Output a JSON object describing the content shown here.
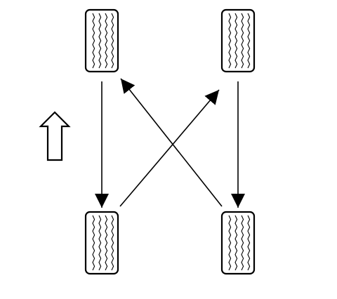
{
  "diagram": {
    "type": "tire-rotation",
    "pattern": "rearward-cross",
    "direction_indicator": "forward-arrow",
    "stroke_color": "#000000",
    "fill_color": "#ffffff",
    "tires": [
      {
        "id": "front-left",
        "name": "tire-front-left"
      },
      {
        "id": "front-right",
        "name": "tire-front-right"
      },
      {
        "id": "rear-left",
        "name": "tire-rear-left"
      },
      {
        "id": "rear-right",
        "name": "tire-rear-right"
      }
    ],
    "moves": [
      {
        "from": "front-left",
        "to": "rear-left",
        "name": "arrow-front-left-to-rear-left"
      },
      {
        "from": "front-right",
        "to": "rear-right",
        "name": "arrow-front-right-to-rear-right"
      },
      {
        "from": "rear-left",
        "to": "front-right",
        "name": "arrow-rear-left-to-front-right"
      },
      {
        "from": "rear-right",
        "to": "front-left",
        "name": "arrow-rear-right-to-front-left"
      }
    ]
  }
}
